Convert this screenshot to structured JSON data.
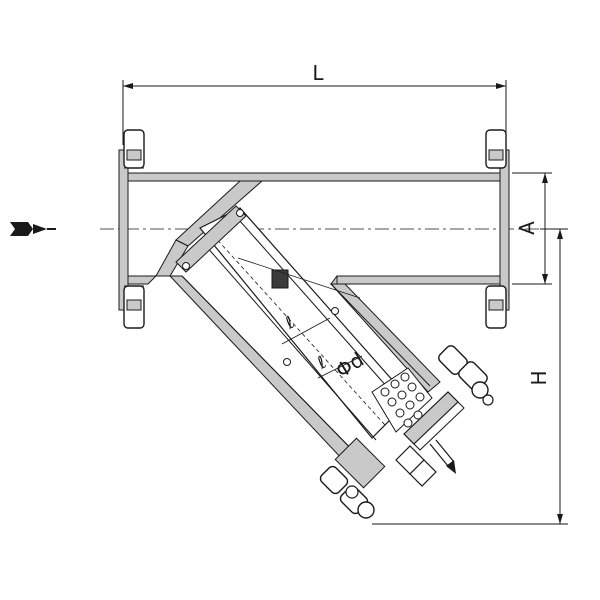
{
  "labels": {
    "length": "L",
    "bore": "A",
    "height": "H",
    "screen_length": "ℓ",
    "screen_diameter": "Φd"
  }
}
